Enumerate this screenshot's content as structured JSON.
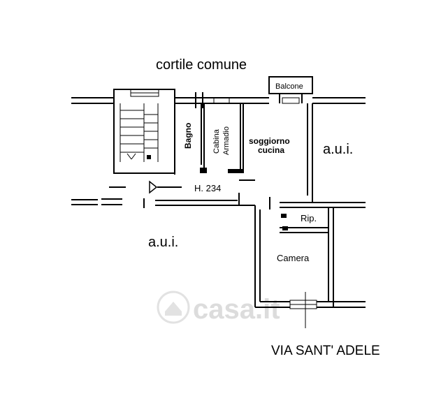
{
  "labels": {
    "courtyard": "cortile comune",
    "balcony": "Balcone",
    "bathroom": "Bagno",
    "closet_line1": "Cabina",
    "closet_line2": "Armadio",
    "living_line1": "soggiorno",
    "living_line2": "cucina",
    "aui_right": "a.u.i.",
    "aui_left": "a.u.i.",
    "height": "H. 234",
    "storage": "Rip.",
    "bedroom": "Camera",
    "street": "VIA SANT' ADELE"
  },
  "watermark": {
    "text": "casa.it",
    "icon": "house-logo-icon"
  },
  "colors": {
    "line": "#000000",
    "background": "#ffffff",
    "watermark": "#dcdcdc"
  }
}
